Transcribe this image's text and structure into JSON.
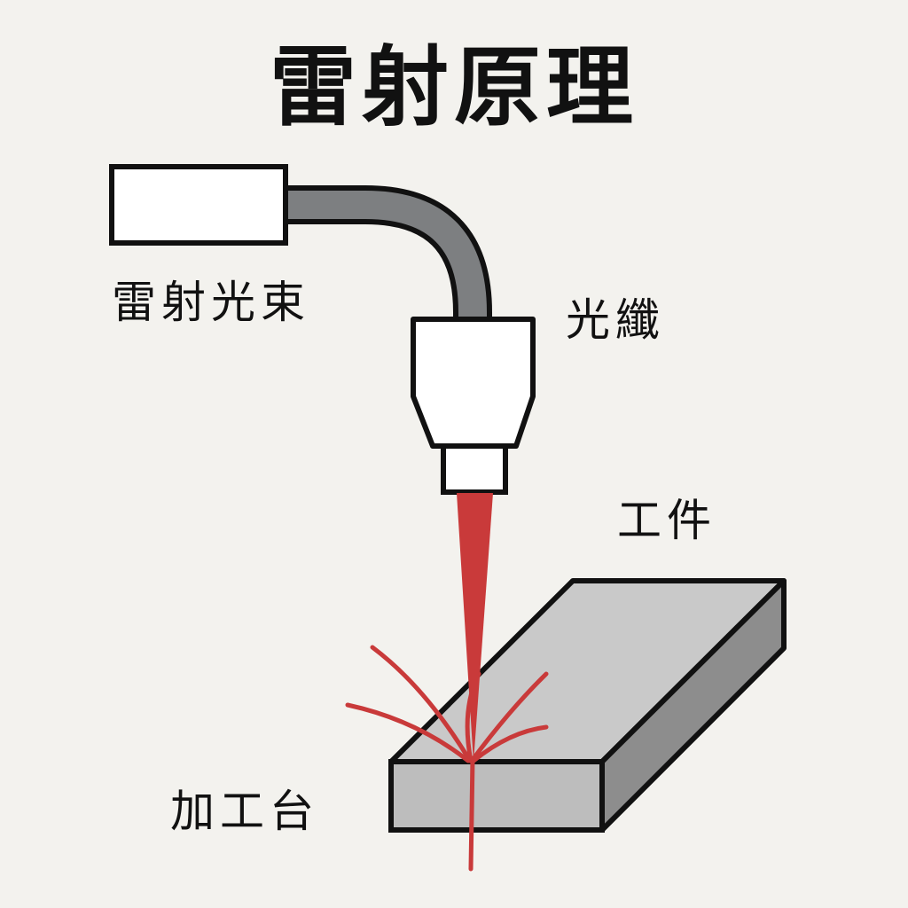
{
  "title": "雷射原理",
  "labels": {
    "laser_source": "雷射光束",
    "optical_fiber": "光纖",
    "workpiece": "工件",
    "work_table": "加工台"
  },
  "colors": {
    "background": "#f3f2ee",
    "outline": "#111111",
    "fiber_fill": "#7d7f81",
    "laser_beam": "#c93a3a",
    "workpiece_top": "#c9c9c9",
    "workpiece_front": "#bdbdbd",
    "workpiece_side": "#8d8d8d",
    "component_fill": "#ffffff"
  }
}
